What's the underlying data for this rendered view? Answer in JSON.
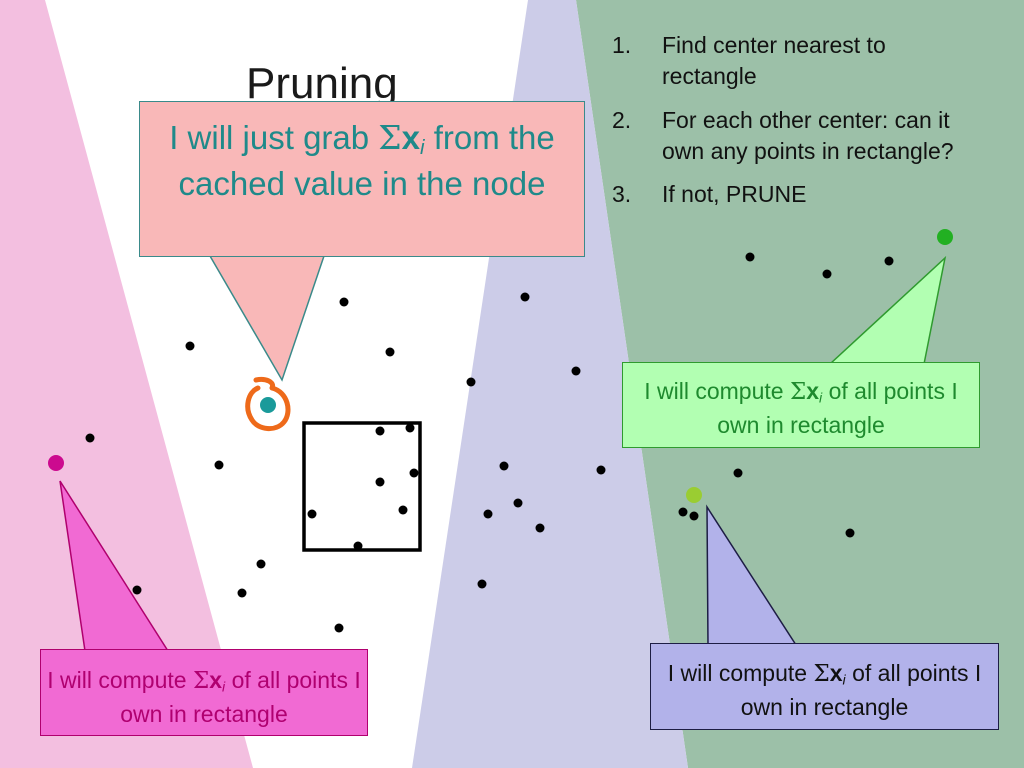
{
  "slide": {
    "title": "Pruning",
    "steps": [
      {
        "number": "1.",
        "text": "Find center nearest to rectangle"
      },
      {
        "number": "2.",
        "text": "For each other center: can it own any points in rectangle?"
      },
      {
        "number": "3.",
        "text": "If not, PRUNE"
      }
    ]
  },
  "callouts": {
    "teal": {
      "before": "I will just grab ",
      "sigma": "Σ",
      "var": "x",
      "sub": "i",
      "after": " from the cached value in the node"
    },
    "green": {
      "before": "I will compute ",
      "sigma": "Σ",
      "var": "x",
      "sub": "i",
      "after": " of all points I own in rectangle"
    },
    "purple": {
      "before": "I will compute ",
      "sigma": "Σ",
      "var": "x",
      "sub": "i",
      "after": " of all points I own in rectangle"
    },
    "magenta": {
      "before": "I will compute ",
      "sigma": "Σ",
      "var": "x",
      "sub": "i",
      "after": " of all points I own in rectangle"
    }
  },
  "colors": {
    "pink_region": "#f3bfe0",
    "green_band": "#bde3c0",
    "green_region": "#9cc0a8",
    "lavender_region": "#cccce8",
    "teal_center": "#1a9a9a",
    "green_center": "#22b022",
    "lime_center": "#9acd32",
    "magenta_center": "#cc0a8f",
    "orange_scribble": "#ee6a1a"
  },
  "icons": [
    "orange-circle-scribble-icon"
  ]
}
